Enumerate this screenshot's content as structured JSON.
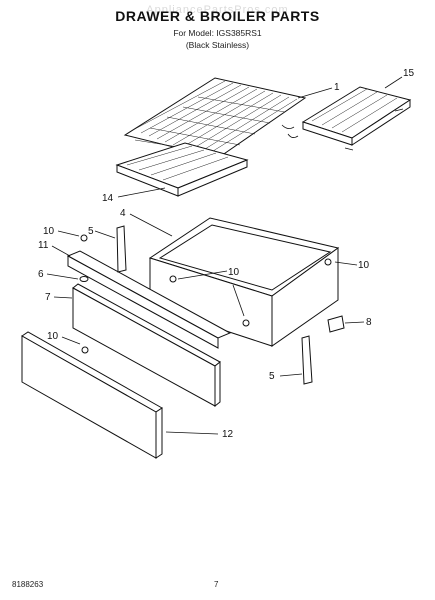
{
  "watermark": "AppliancePartsPros.com",
  "title": "DRAWER & BROILER PARTS",
  "model_line": "For Model: IGS385RS1",
  "finish_line": "(Black Stainless)",
  "callouts": {
    "c1": "1",
    "c15": "15",
    "c14": "14",
    "c4": "4",
    "c10a": "10",
    "c5a": "5",
    "c11": "11",
    "c6": "6",
    "c7": "7",
    "c10b": "10",
    "c10c": "10",
    "c10d": "10",
    "c8": "8",
    "c5b": "5",
    "c12": "12"
  },
  "footer": {
    "left": "8188263",
    "page": "7"
  }
}
